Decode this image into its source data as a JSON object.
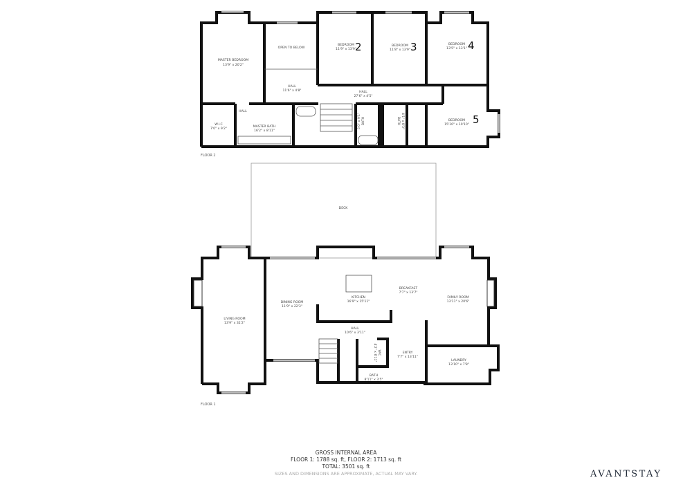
{
  "floor2": {
    "label": "FLOOR 2",
    "rooms": [
      {
        "name": "MASTER BEDROOM",
        "dims": "13'9\" x 20'2\""
      },
      {
        "name": "OPEN TO BELOW",
        "dims": ""
      },
      {
        "name": "BEDROOM",
        "dims": "11'9\" x 13'9\"",
        "number": "2"
      },
      {
        "name": "BEDROOM",
        "dims": "11'8\" x 13'9\"",
        "number": "3"
      },
      {
        "name": "BEDROOM",
        "dims": "13'5\" x 13'1\"",
        "number": "4"
      },
      {
        "name": "HALL",
        "dims": "11'6\" x 4'8\""
      },
      {
        "name": "HALL",
        "dims": "27'6\" x 4'5\""
      },
      {
        "name": "BEDROOM",
        "dims": "15'10\" x 10'10\"",
        "number": "5"
      },
      {
        "name": "W.I.C",
        "dims": "7'0\" x 9'2\""
      },
      {
        "name": "HALL",
        "dims": ""
      },
      {
        "name": "MASTER BATH",
        "dims": "16'2\" x 8'11\""
      },
      {
        "name": "BATH",
        "dims": "5'0\" x 9'1\""
      },
      {
        "name": "BATH",
        "dims": "4'1\" x 8'3\""
      }
    ]
  },
  "deck": {
    "name": "DECK"
  },
  "floor1": {
    "label": "FLOOR 1",
    "rooms": [
      {
        "name": "LIVING ROOM",
        "dims": "13'9\" x 32'2\""
      },
      {
        "name": "DINING ROOM",
        "dims": "11'9\" x 22'3\""
      },
      {
        "name": "KITCHEN",
        "dims": "16'9\" x 15'11\""
      },
      {
        "name": "BREAKFAST",
        "dims": "7'7\" x 13'7\""
      },
      {
        "name": "FAMILY ROOM",
        "dims": "13'11\" x 20'6\""
      },
      {
        "name": "HALL",
        "dims": "10'6\" x 3'11\""
      },
      {
        "name": "WIC",
        "dims": "4'2\" x 8'11\""
      },
      {
        "name": "ENTRY",
        "dims": "7'7\" x 13'11\""
      },
      {
        "name": "LAUNDRY",
        "dims": "13'10\" x 7'8\""
      },
      {
        "name": "BATH",
        "dims": "8'11\" x 3'5\""
      }
    ]
  },
  "summary": {
    "title": "GROSS INTERNAL AREA",
    "floors": "FLOOR 1: 1788 sq. ft, FLOOR 2: 1713 sq. ft",
    "total": "TOTAL: 3501 sq. ft",
    "disclaimer": "SIZES AND DIMENSIONS ARE APPROXIMATE, ACTUAL MAY VARY."
  },
  "brand": "AVANTSTAY",
  "colors": {
    "wall": "#111111",
    "brand": "#1c2533",
    "window": "#bbbbbb"
  }
}
